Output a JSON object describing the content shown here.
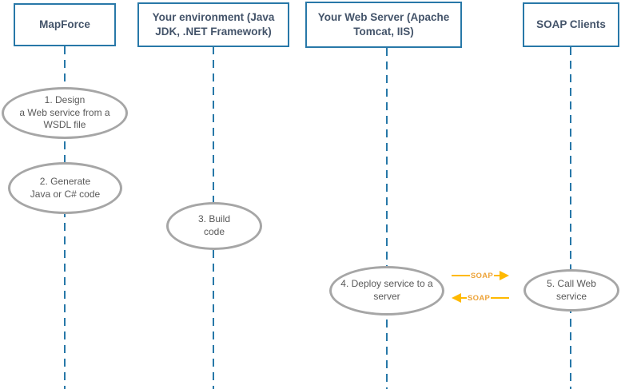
{
  "actors": [
    {
      "label": "MapForce"
    },
    {
      "label": "Your environment (Java JDK, .NET Framework)"
    },
    {
      "label": "Your Web Server (Apache Tomcat, IIS)"
    },
    {
      "label": "SOAP Clients"
    }
  ],
  "steps": [
    {
      "label": "1. Design\na Web service from a\nWSDL file"
    },
    {
      "label": "2. Generate\nJava or C# code"
    },
    {
      "label": "3. Build\ncode"
    },
    {
      "label": "4. Deploy service to a\nserver"
    },
    {
      "label": "5. Call Web service"
    }
  ],
  "arrows": [
    {
      "label": "SOAP",
      "direction": "right"
    },
    {
      "label": "SOAP",
      "direction": "left"
    }
  ],
  "colors": {
    "actor_border": "#2878A8",
    "actor_text": "#44546A",
    "lifeline": "#2778A8",
    "step_border": "#A6A6A6",
    "step_text": "#595959",
    "arrow": "#FFB900",
    "arrow_label": "#EDA338"
  }
}
